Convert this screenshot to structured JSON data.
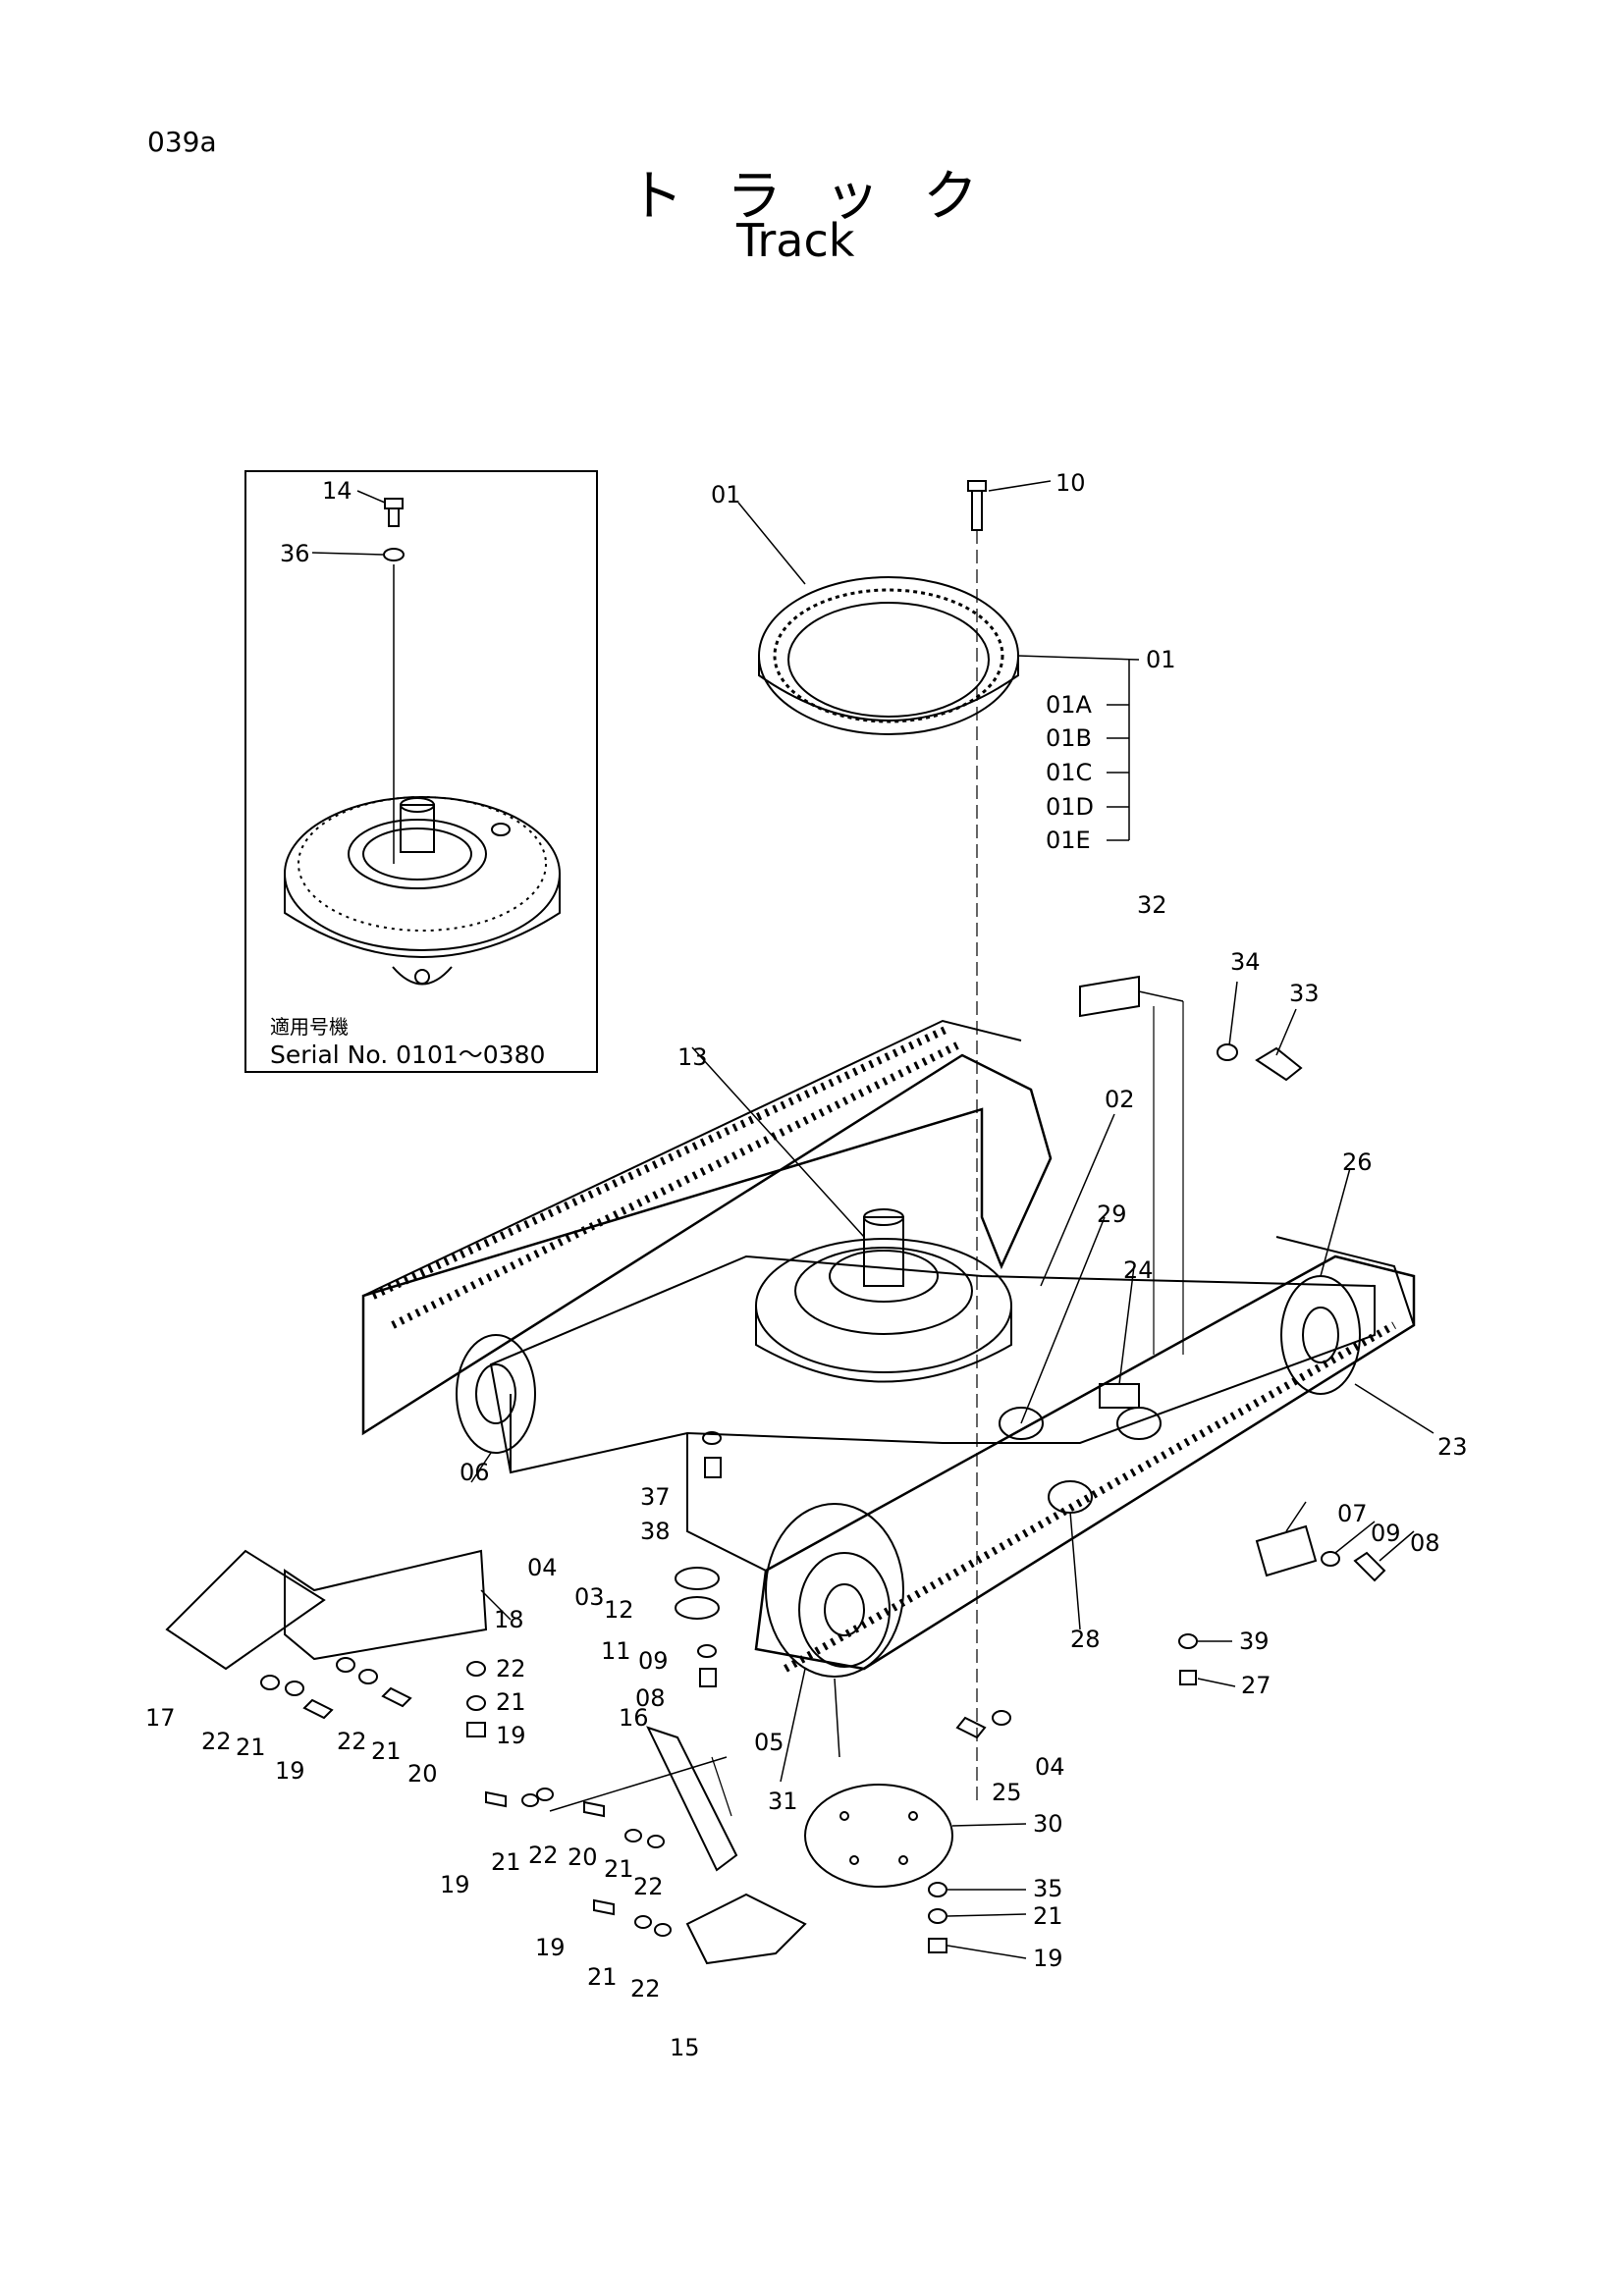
{
  "page_code": "039a",
  "title_jp": "トラック",
  "title_en": "Track",
  "inset": {
    "caption_jp": "適用号機",
    "caption_serial": "Serial No. 0101～0380"
  },
  "part_labels": {
    "p01a": "01",
    "p01b": "01",
    "p01A": "01A",
    "p01B": "01B",
    "p01C": "01C",
    "p01D": "01D",
    "p01E": "01E",
    "p02": "02",
    "p03": "03",
    "p04a": "04",
    "p04b": "04",
    "p05": "05",
    "p06": "06",
    "p07": "07",
    "p08a": "08",
    "p08b": "08",
    "p09a": "09",
    "p09b": "09",
    "p10": "10",
    "p11": "11",
    "p12": "12",
    "p13": "13",
    "p14": "14",
    "p15": "15",
    "p16": "16",
    "p17": "17",
    "p18": "18",
    "p19a": "19",
    "p19b": "19",
    "p19c": "19",
    "p19d": "19",
    "p19e": "19",
    "p20a": "20",
    "p20b": "20",
    "p21a": "21",
    "p21b": "21",
    "p21c": "21",
    "p21d": "21",
    "p21e": "21",
    "p21f": "21",
    "p22a": "22",
    "p22b": "22",
    "p22c": "22",
    "p22d": "22",
    "p22e": "22",
    "p22f": "22",
    "p23": "23",
    "p24": "24",
    "p25": "25",
    "p26": "26",
    "p27": "27",
    "p28": "28",
    "p29": "29",
    "p30": "30",
    "p31": "31",
    "p32": "32",
    "p33": "33",
    "p34": "34",
    "p35": "35",
    "p36": "36",
    "p37": "37",
    "p38": "38",
    "p39": "39"
  },
  "icons": [
    "turntable-ring-icon",
    "track-assembly-icon",
    "bolt-icon",
    "washer-icon",
    "cover-plate-icon"
  ]
}
